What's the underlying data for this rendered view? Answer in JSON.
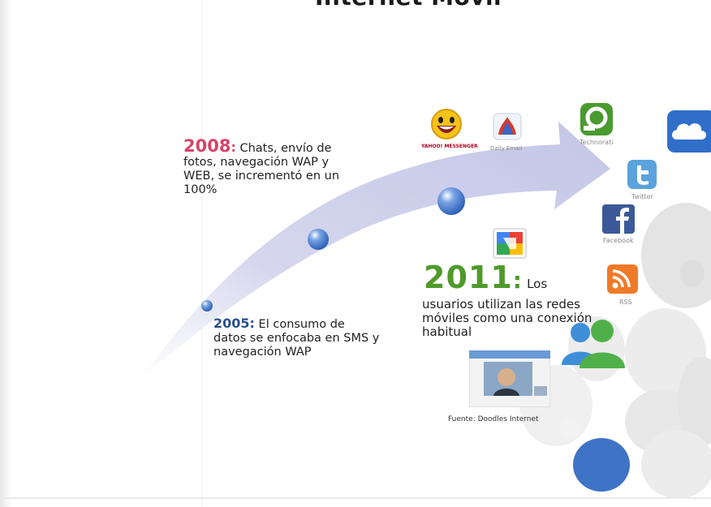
{
  "slide": {
    "title": "Internet Movil"
  },
  "timeline": {
    "item_2008": {
      "year": "2008",
      "colon": ":",
      "text": "Chats, envío de fotos, navegación WAP y WEB, se incrementó en un 100%"
    },
    "item_2005": {
      "year": "2005",
      "colon": ":",
      "text": "El consumo de datos se enfocaba en SMS y navegación WAP"
    },
    "item_2011": {
      "year": "2011",
      "colon": ":",
      "lead": "Los",
      "text": "usuarios utilizan las redes móviles como una conexión habitual"
    }
  },
  "icons": {
    "yahoo": {
      "name": "yahoo-messenger-icon",
      "caption": "YAHOO! MESSENGER"
    },
    "daily_email": {
      "name": "daily-email-icon",
      "caption": "Daily Email"
    },
    "technorati": {
      "name": "technorati-icon",
      "caption": "Technorati"
    },
    "twitter": {
      "name": "twitter-icon",
      "caption": "Twitter"
    },
    "facebook": {
      "name": "facebook-icon",
      "caption": "Facebook"
    },
    "rss": {
      "name": "rss-icon",
      "caption": "RSS"
    },
    "google_talk": {
      "name": "google-talk-icon"
    },
    "cloud": {
      "name": "cloud-icon"
    },
    "messenger": {
      "name": "msn-messenger-icon"
    },
    "video_call": {
      "name": "video-call-icon"
    }
  },
  "source": "Fuente: Doodles Internet",
  "colors": {
    "year_2008": "#d8436a",
    "year_2005": "#2b4f8c",
    "year_2011": "#4f9a2a",
    "arrow": "#c9cbe6"
  }
}
